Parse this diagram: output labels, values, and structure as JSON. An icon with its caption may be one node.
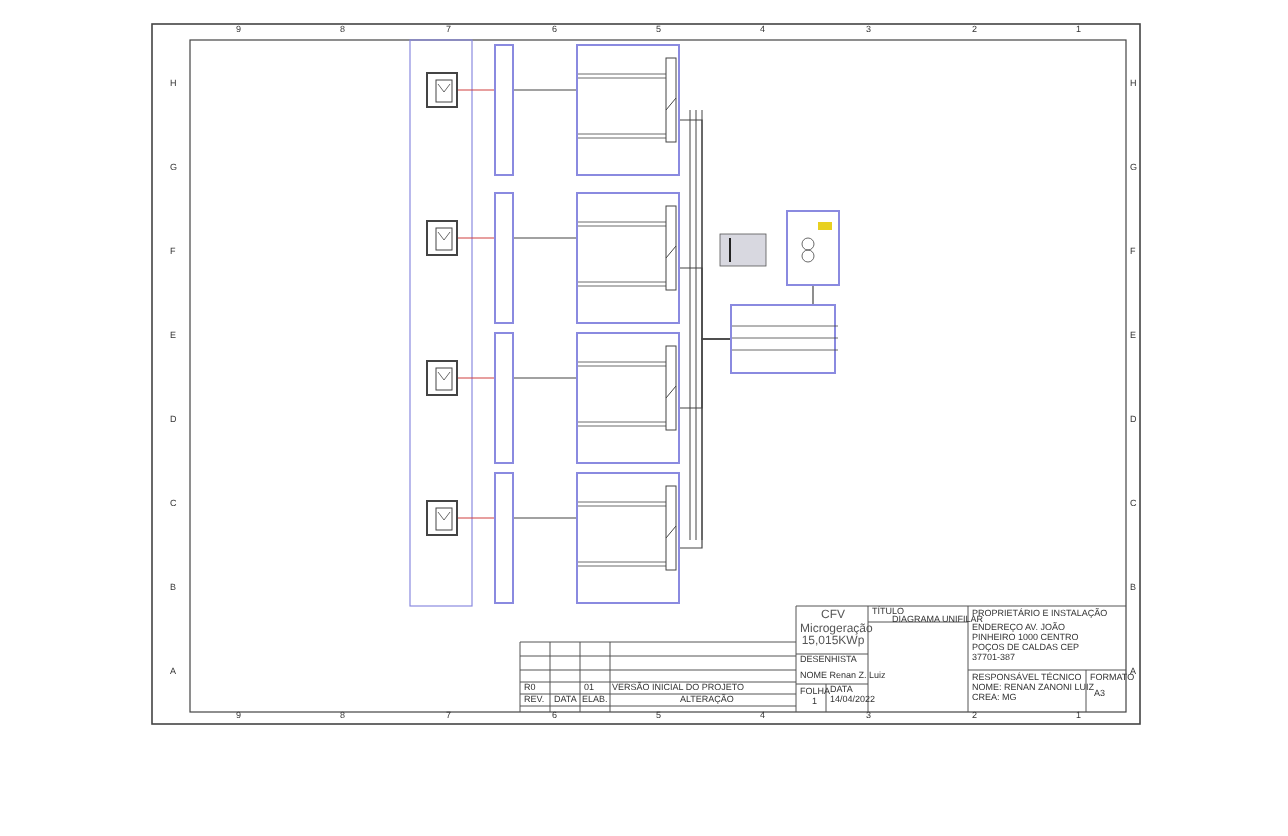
{
  "diagram": {
    "title": "DIAGRAMA UNIFILAR",
    "nodes": [
      {
        "text": [],
        "shape": "box"
      },
      {
        "text": [],
        "shape": "box"
      },
      {
        "text": [],
        "shape": "box"
      },
      {
        "text": [],
        "shape": "box"
      },
      {
        "text": [],
        "shape": "box"
      },
      {
        "text": [],
        "shape": "box"
      },
      {
        "text": [],
        "shape": "box"
      },
      {
        "text": [],
        "shape": "box"
      },
      {
        "text": [],
        "shape": "box"
      },
      {
        "text": [],
        "shape": "box"
      },
      {
        "text": [],
        "shape": "box"
      },
      {
        "text": [],
        "shape": "box"
      },
      {
        "text": [],
        "shape": "box"
      },
      {
        "text": [],
        "shape": "box"
      }
    ],
    "edges": [
      {
        "from": 0,
        "to": 1,
        "arrow": "none",
        "color": "#d04040"
      },
      {
        "from": 1,
        "to": 2,
        "arrow": "none"
      },
      {
        "from": 2,
        "to": 12,
        "arrow": "none"
      },
      {
        "from": 3,
        "to": 4,
        "arrow": "none",
        "color": "#d04040"
      },
      {
        "from": 4,
        "to": 5,
        "arrow": "none"
      },
      {
        "from": 5,
        "to": 12,
        "arrow": "none"
      },
      {
        "from": 6,
        "to": 7,
        "arrow": "none",
        "color": "#d04040"
      },
      {
        "from": 7,
        "to": 8,
        "arrow": "none"
      },
      {
        "from": 8,
        "to": 12,
        "arrow": "none"
      },
      {
        "from": 9,
        "to": 10,
        "arrow": "none",
        "color": "#d04040"
      },
      {
        "from": 10,
        "to": 11,
        "arrow": "none"
      },
      {
        "from": 11,
        "to": 12,
        "arrow": "none"
      },
      {
        "from": 12,
        "to": 13,
        "arrow": "none"
      }
    ],
    "labels": [
      "9",
      "8",
      "7",
      "6",
      "5",
      "4",
      "3",
      "2",
      "1",
      "H",
      "G",
      "F",
      "E",
      "D",
      "C",
      "B",
      "A",
      "H",
      "G",
      "F",
      "E",
      "D",
      "C",
      "B",
      "A",
      "9",
      "8",
      "7",
      "6",
      "5",
      "4",
      "3",
      "2",
      "1",
      "R0",
      "01",
      "VERSÃO INICIAL DO PROJETO",
      "REV.",
      "DATA",
      "ELAB.",
      "ALTERAÇÃO",
      "CFV Microgeração 15,015KWp",
      "TÍTULO",
      "DESENHISTA",
      "NOME Renan Z. Luiz",
      "FOLHA",
      "1",
      "DATA",
      "14/04/2022",
      "PROPRIETÁRIO E INSTALAÇÃO",
      "ENDEREÇO AV. JOÃO PINHEIRO 1000 CENTRO POÇOS DE CALDAS CEP 37701-387",
      "RESPONSÁVEL TÉCNICO",
      "NOME: RENAN ZANONI LUIZ",
      "CREA: MG",
      "FORMATO",
      "A3"
    ]
  }
}
